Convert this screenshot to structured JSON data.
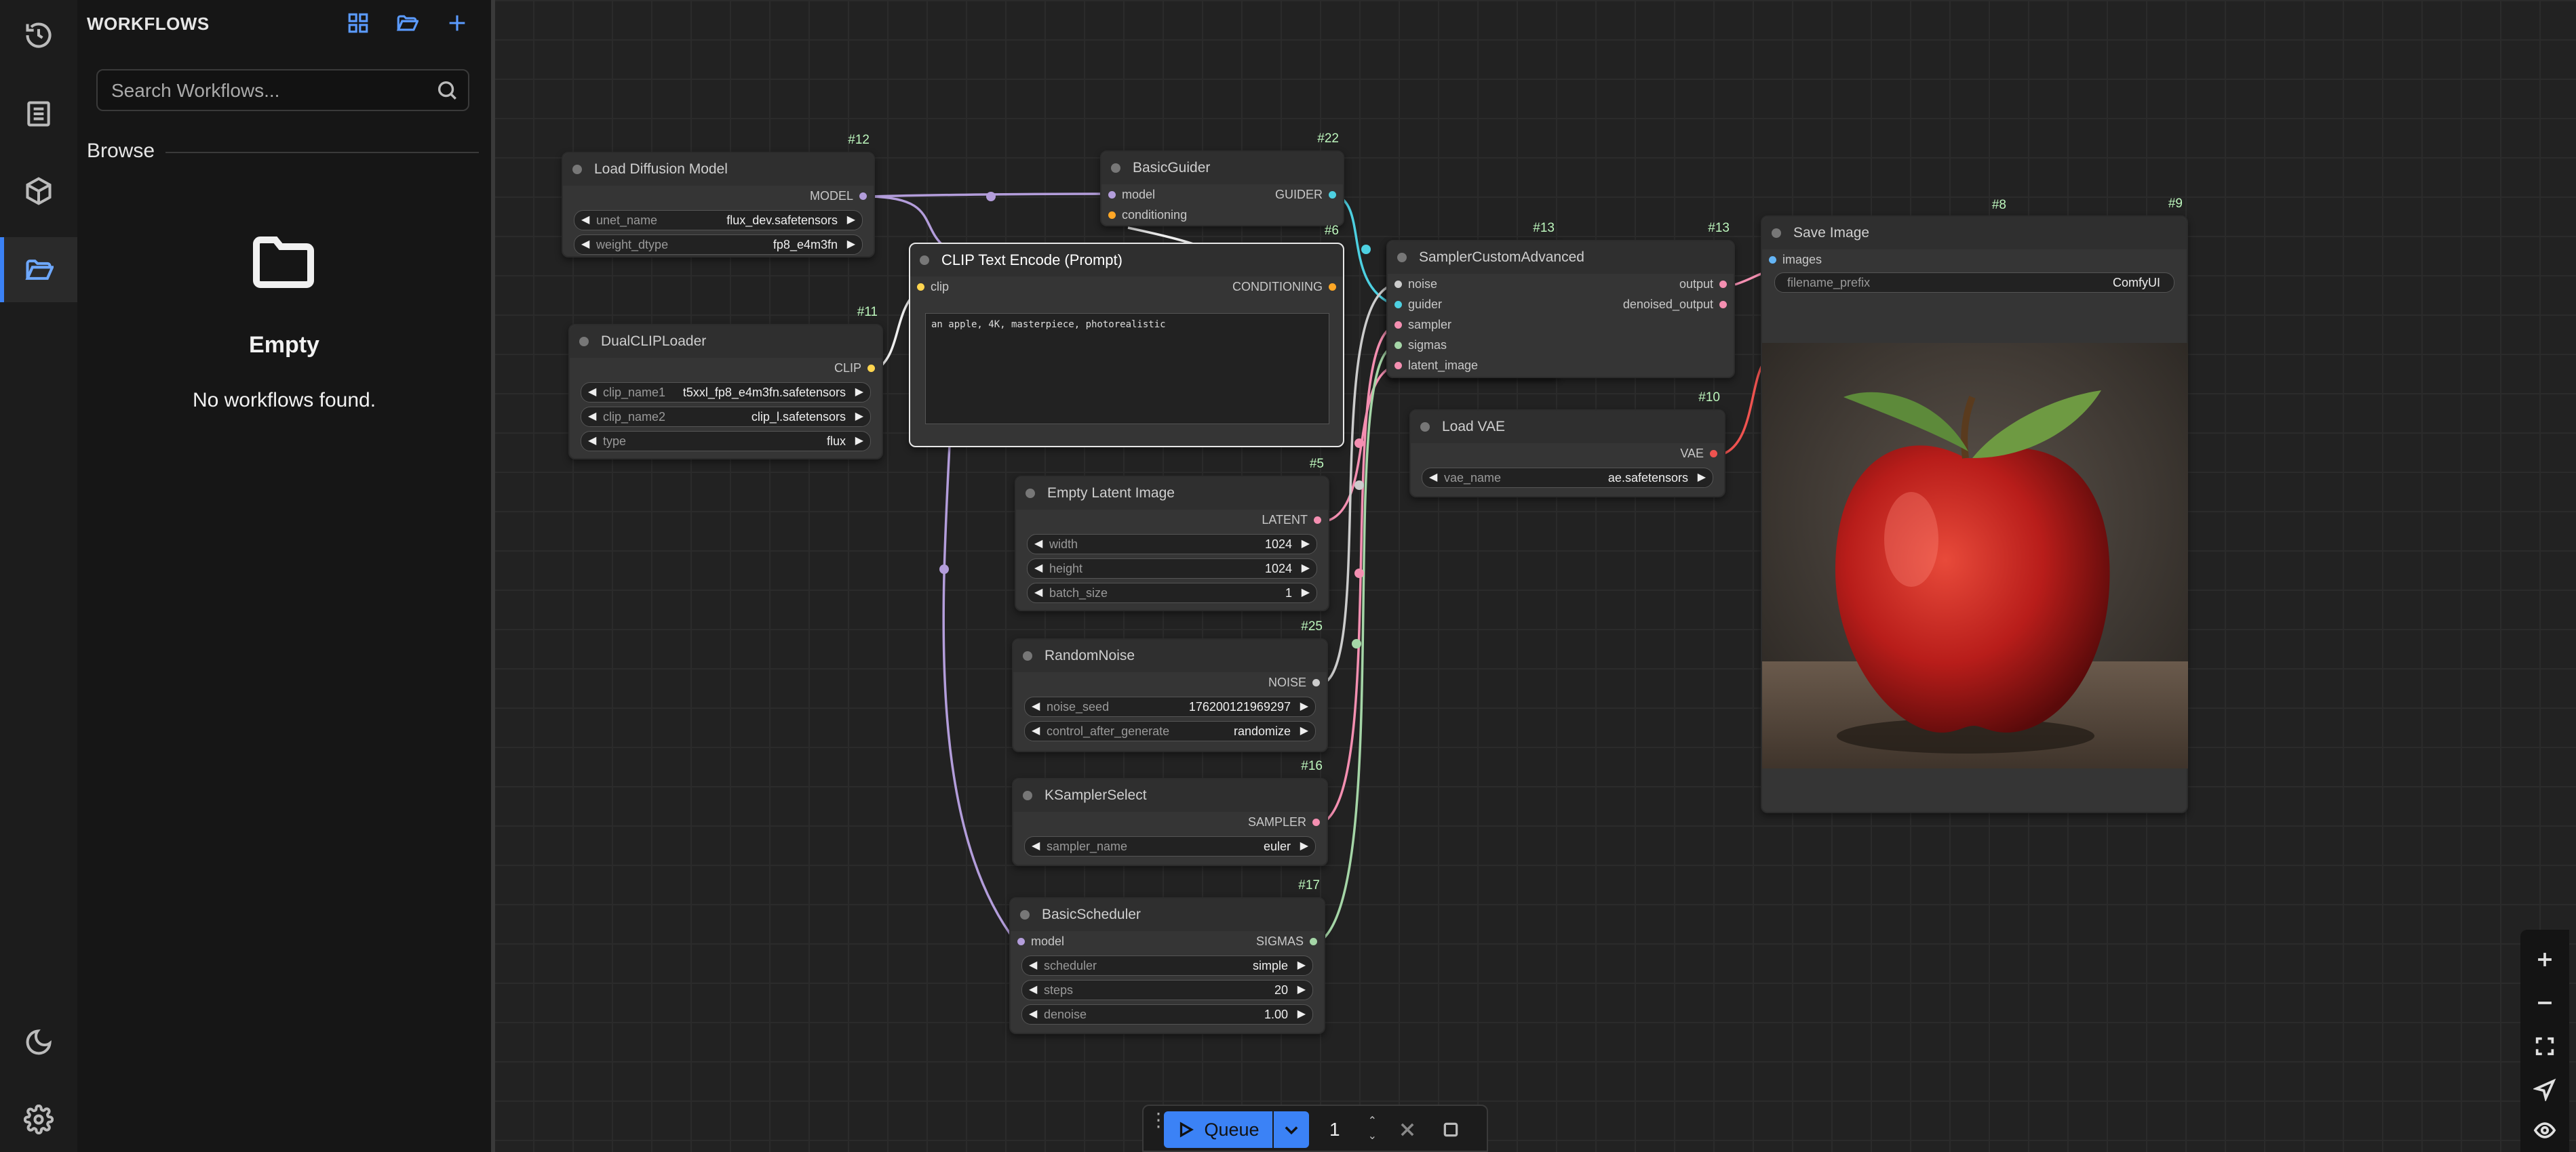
{
  "sidebar": {
    "title": "WORKFLOWS",
    "search_placeholder": "Search Workflows...",
    "browse_label": "Browse",
    "empty_title": "Empty",
    "empty_message": "No workflows found."
  },
  "rail": {
    "items": [
      "history-icon",
      "queue-list-icon",
      "model-library-icon",
      "workflows-icon"
    ],
    "active": "workflows-icon",
    "bottom": [
      "theme-toggle-icon",
      "settings-icon"
    ]
  },
  "nodes": {
    "load_diffusion": {
      "id": "#12",
      "title": "Load Diffusion Model",
      "output": "MODEL",
      "widgets": [
        {
          "name": "unet_name",
          "value": "flux_dev.safetensors"
        },
        {
          "name": "weight_dtype",
          "value": "fp8_e4m3fn"
        }
      ]
    },
    "dual_clip": {
      "id": "#11",
      "title": "DualCLIPLoader",
      "output": "CLIP",
      "widgets": [
        {
          "name": "clip_name1",
          "value": "t5xxl_fp8_e4m3fn.safetensors"
        },
        {
          "name": "clip_name2",
          "value": "clip_l.safetensors"
        },
        {
          "name": "type",
          "value": "flux"
        }
      ]
    },
    "basic_guider": {
      "id": "#22",
      "title": "BasicGuider",
      "inputs": [
        "model",
        "conditioning"
      ],
      "output": "GUIDER"
    },
    "clip_text": {
      "id": "#6",
      "title": "CLIP Text Encode (Prompt)",
      "input": "clip",
      "output": "CONDITIONING",
      "prompt": "an apple, 4K, masterpiece, photorealistic"
    },
    "sampler_custom": {
      "id": "#13",
      "title": "SamplerCustomAdvanced",
      "inputs": [
        "noise",
        "guider",
        "sampler",
        "sigmas",
        "latent_image"
      ],
      "outputs": [
        "output",
        "denoised_output"
      ]
    },
    "save_image": {
      "id": "#9",
      "extra_id": "#8",
      "title": "Save Image",
      "input": "images",
      "widget": {
        "name": "filename_prefix",
        "value": "ComfyUI"
      }
    },
    "load_vae": {
      "id": "#10",
      "title": "Load VAE",
      "output": "VAE",
      "widget": {
        "name": "vae_name",
        "value": "ae.safetensors"
      }
    },
    "empty_latent": {
      "id": "#5",
      "title": "Empty Latent Image",
      "output": "LATENT",
      "widgets": [
        {
          "name": "width",
          "value": "1024"
        },
        {
          "name": "height",
          "value": "1024"
        },
        {
          "name": "batch_size",
          "value": "1"
        }
      ]
    },
    "random_noise": {
      "id": "#25",
      "title": "RandomNoise",
      "output": "NOISE",
      "widgets": [
        {
          "name": "noise_seed",
          "value": "176200121969297"
        },
        {
          "name": "control_after_generate",
          "value": "randomize"
        }
      ]
    },
    "ksampler_select": {
      "id": "#16",
      "title": "KSamplerSelect",
      "output": "SAMPLER",
      "widget": {
        "name": "sampler_name",
        "value": "euler"
      }
    },
    "basic_scheduler": {
      "id": "#17",
      "title": "BasicScheduler",
      "input": "model",
      "output": "SIGMAS",
      "widgets": [
        {
          "name": "scheduler",
          "value": "simple"
        },
        {
          "name": "steps",
          "value": "20"
        },
        {
          "name": "denoise",
          "value": "1.00"
        }
      ]
    }
  },
  "queue": {
    "label": "Queue",
    "count": "1"
  },
  "colors": {
    "model": "#b39ddb",
    "clip": "#ffd54f",
    "conditioning": "#ffa726",
    "guider": "#4dd0e1",
    "latent": "#f48fb1",
    "sigmas": "#a5d6a7",
    "noise": "#cccccc",
    "sampler": "#f48fb1",
    "vae": "#ef5350",
    "image": "#64b5f6",
    "accent": "#3b82f6"
  }
}
